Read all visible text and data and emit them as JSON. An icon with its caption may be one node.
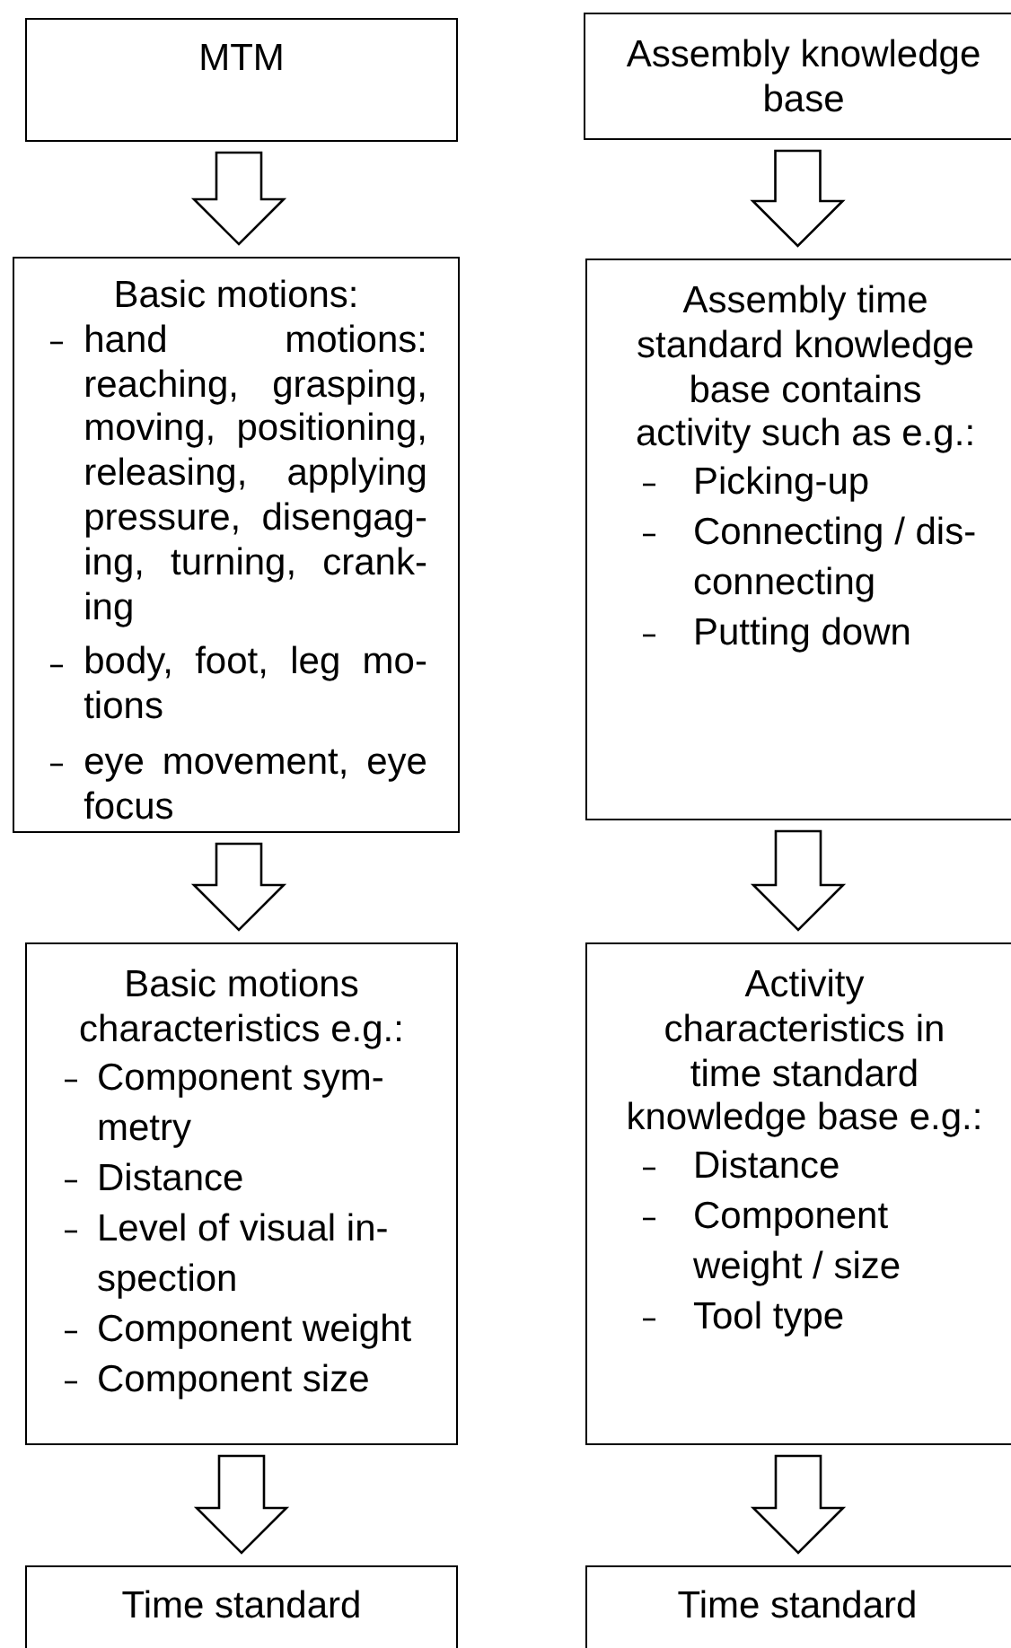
{
  "diagram": {
    "nodes": [
      {
        "text": [
          "MTM"
        ]
      },
      {
        "text": [
          "Assembly knowledge base"
        ]
      },
      {
        "text": [
          "Basic motions:",
          "hand motions: reaching, grasping, moving, positioning, releasing, applying pressure, disengag-ing, turning, crank-ing",
          "body, foot, leg mo-tions",
          "eye movement, eye focus"
        ]
      },
      {
        "text": [
          "Assembly time standard knowledge base contains activity such as e.g.:",
          "Picking-up",
          "Connecting / dis-connecting",
          "Putting down"
        ]
      },
      {
        "text": [
          "Basic motions characteristics e.g.:",
          "Component sym-metry",
          "Distance",
          "Level of visual in-spection",
          "Component weight",
          "Component size"
        ]
      },
      {
        "text": [
          "Activity characteristics in time standard knowledge base e.g.:",
          "Distance",
          "Component weight / size",
          "Tool type"
        ]
      },
      {
        "text": [
          "Time standard"
        ]
      },
      {
        "text": [
          "Time standard"
        ]
      }
    ],
    "edges": [
      {
        "from": 0,
        "to": 2,
        "arrow": "to"
      },
      {
        "from": 2,
        "to": 4,
        "arrow": "to"
      },
      {
        "from": 4,
        "to": 6,
        "arrow": "to"
      },
      {
        "from": 1,
        "to": 3,
        "arrow": "to"
      },
      {
        "from": 3,
        "to": 5,
        "arrow": "to"
      },
      {
        "from": 5,
        "to": 7,
        "arrow": "to"
      }
    ]
  }
}
